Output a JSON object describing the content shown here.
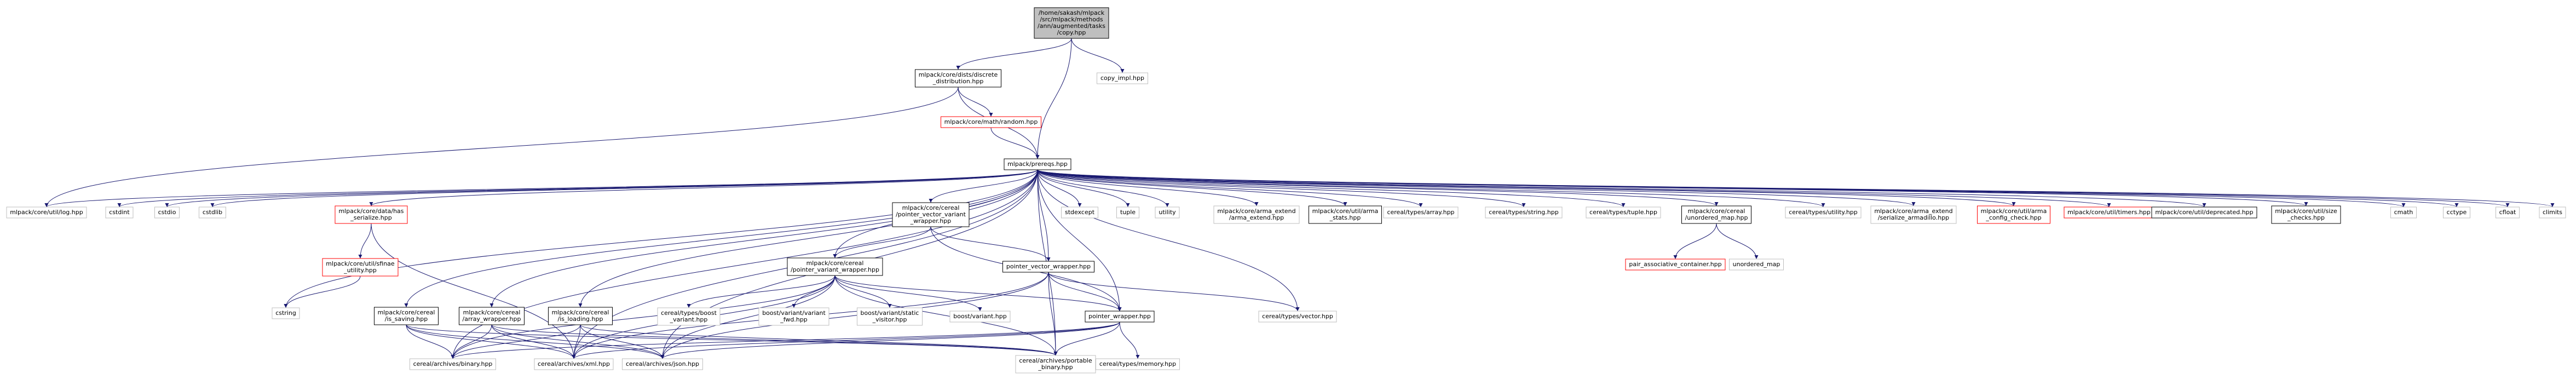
{
  "diagram": {
    "colors": {
      "edge": "#191970",
      "root_fill": "#bfbfbf",
      "missing_border": "#ff0000",
      "documented_border": "#000000",
      "external_border": "#bfbfbf"
    },
    "nodes": [
      {
        "id": "root",
        "lines": [
          "/home/sakash/mlpack",
          "/src/mlpack/methods",
          "/ann/augmented/tasks",
          "/copy.hpp"
        ],
        "kind": "root"
      },
      {
        "id": "discrete",
        "lines": [
          "mlpack/core/dists/discrete",
          "_distribution.hpp"
        ],
        "kind": "documented"
      },
      {
        "id": "copy_impl",
        "lines": [
          "copy_impl.hpp"
        ],
        "kind": "external"
      },
      {
        "id": "random",
        "lines": [
          "mlpack/core/math/random.hpp"
        ],
        "kind": "missing"
      },
      {
        "id": "prereqs",
        "lines": [
          "mlpack/prereqs.hpp"
        ],
        "kind": "documented"
      },
      {
        "id": "log",
        "lines": [
          "mlpack/core/util/log.hpp"
        ],
        "kind": "external"
      },
      {
        "id": "cstdint",
        "lines": [
          "cstdint"
        ],
        "kind": "external"
      },
      {
        "id": "cstdio",
        "lines": [
          "cstdio"
        ],
        "kind": "external"
      },
      {
        "id": "cstdlib",
        "lines": [
          "cstdlib"
        ],
        "kind": "external"
      },
      {
        "id": "has_serialize",
        "lines": [
          "mlpack/core/data/has",
          "_serialize.hpp"
        ],
        "kind": "missing"
      },
      {
        "id": "sfinae",
        "lines": [
          "mlpack/core/util/sfinae",
          "_utility.hpp"
        ],
        "kind": "missing"
      },
      {
        "id": "cstring",
        "lines": [
          "cstring"
        ],
        "kind": "external"
      },
      {
        "id": "pvv",
        "lines": [
          "mlpack/core/cereal",
          "/pointer_vector_variant",
          "_wrapper.hpp"
        ],
        "kind": "documented"
      },
      {
        "id": "pvarw",
        "lines": [
          "mlpack/core/cereal",
          "/pointer_variant_wrapper.hpp"
        ],
        "kind": "documented"
      },
      {
        "id": "pvecw",
        "lines": [
          "pointer_vector_wrapper.hpp"
        ],
        "kind": "documented"
      },
      {
        "id": "pw",
        "lines": [
          "pointer_wrapper.hpp"
        ],
        "kind": "documented"
      },
      {
        "id": "is_saving",
        "lines": [
          "mlpack/core/cereal",
          "/is_saving.hpp"
        ],
        "kind": "documented"
      },
      {
        "id": "array_wrapper",
        "lines": [
          "mlpack/core/cereal",
          "/array_wrapper.hpp"
        ],
        "kind": "documented"
      },
      {
        "id": "is_loading",
        "lines": [
          "mlpack/core/cereal",
          "/is_loading.hpp"
        ],
        "kind": "documented"
      },
      {
        "id": "boost_variant_cereal",
        "lines": [
          "cereal/types/boost",
          "_variant.hpp"
        ],
        "kind": "external"
      },
      {
        "id": "variant_fwd",
        "lines": [
          "boost/variant/variant",
          "_fwd.hpp"
        ],
        "kind": "external"
      },
      {
        "id": "static_visitor",
        "lines": [
          "boost/variant/static",
          "_visitor.hpp"
        ],
        "kind": "external"
      },
      {
        "id": "boost_variant",
        "lines": [
          "boost/variant.hpp"
        ],
        "kind": "external"
      },
      {
        "id": "binary",
        "lines": [
          "cereal/archives/binary.hpp"
        ],
        "kind": "external"
      },
      {
        "id": "xml",
        "lines": [
          "cereal/archives/xml.hpp"
        ],
        "kind": "external"
      },
      {
        "id": "json",
        "lines": [
          "cereal/archives/json.hpp"
        ],
        "kind": "external"
      },
      {
        "id": "portable_binary",
        "lines": [
          "cereal/archives/portable",
          "_binary.hpp"
        ],
        "kind": "external"
      },
      {
        "id": "memory",
        "lines": [
          "cereal/types/memory.hpp"
        ],
        "kind": "external"
      },
      {
        "id": "vector",
        "lines": [
          "cereal/types/vector.hpp"
        ],
        "kind": "external"
      },
      {
        "id": "stdexcept",
        "lines": [
          "stdexcept"
        ],
        "kind": "external"
      },
      {
        "id": "tuple",
        "lines": [
          "tuple"
        ],
        "kind": "external"
      },
      {
        "id": "utility",
        "lines": [
          "utility"
        ],
        "kind": "external"
      },
      {
        "id": "arma_extend",
        "lines": [
          "mlpack/core/arma_extend",
          "/arma_extend.hpp"
        ],
        "kind": "external"
      },
      {
        "id": "arma_stats",
        "lines": [
          "mlpack/core/util/arma",
          "_stats.hpp"
        ],
        "kind": "documented"
      },
      {
        "id": "array",
        "lines": [
          "cereal/types/array.hpp"
        ],
        "kind": "external"
      },
      {
        "id": "string",
        "lines": [
          "cereal/types/string.hpp"
        ],
        "kind": "external"
      },
      {
        "id": "tuple_c",
        "lines": [
          "cereal/types/tuple.hpp"
        ],
        "kind": "external"
      },
      {
        "id": "unordered_map_c",
        "lines": [
          "mlpack/core/cereal",
          "/unordered_map.hpp"
        ],
        "kind": "documented"
      },
      {
        "id": "pair",
        "lines": [
          "pair_associative_container.hpp"
        ],
        "kind": "missing"
      },
      {
        "id": "unordered_map",
        "lines": [
          "unordered_map"
        ],
        "kind": "external"
      },
      {
        "id": "utility_c",
        "lines": [
          "cereal/types/utility.hpp"
        ],
        "kind": "external"
      },
      {
        "id": "ser_armadillo",
        "lines": [
          "mlpack/core/arma_extend",
          "/serialize_armadillo.hpp"
        ],
        "kind": "external"
      },
      {
        "id": "config_check",
        "lines": [
          "mlpack/core/util/arma",
          "_config_check.hpp"
        ],
        "kind": "missing"
      },
      {
        "id": "timers",
        "lines": [
          "mlpack/core/util/timers.hpp"
        ],
        "kind": "missing"
      },
      {
        "id": "deprecated",
        "lines": [
          "mlpack/core/util/deprecated.hpp"
        ],
        "kind": "documented"
      },
      {
        "id": "size_checks",
        "lines": [
          "mlpack/core/util/size",
          "_checks.hpp"
        ],
        "kind": "documented"
      },
      {
        "id": "cmath",
        "lines": [
          "cmath"
        ],
        "kind": "external"
      },
      {
        "id": "cctype",
        "lines": [
          "cctype"
        ],
        "kind": "external"
      },
      {
        "id": "cfloat",
        "lines": [
          "cfloat"
        ],
        "kind": "external"
      },
      {
        "id": "climits",
        "lines": [
          "climits"
        ],
        "kind": "external"
      }
    ],
    "edges": [
      [
        "root",
        "discrete"
      ],
      [
        "root",
        "copy_impl"
      ],
      [
        "root",
        "prereqs"
      ],
      [
        "discrete",
        "random"
      ],
      [
        "discrete",
        "prereqs"
      ],
      [
        "discrete",
        "log"
      ],
      [
        "random",
        "prereqs"
      ],
      [
        "prereqs",
        "log"
      ],
      [
        "prereqs",
        "cstdint"
      ],
      [
        "prereqs",
        "cstdio"
      ],
      [
        "prereqs",
        "cstdlib"
      ],
      [
        "prereqs",
        "has_serialize"
      ],
      [
        "prereqs",
        "cstring"
      ],
      [
        "prereqs",
        "pvv"
      ],
      [
        "prereqs",
        "pvarw"
      ],
      [
        "prereqs",
        "pvecw"
      ],
      [
        "prereqs",
        "pw"
      ],
      [
        "prereqs",
        "is_saving"
      ],
      [
        "prereqs",
        "array_wrapper"
      ],
      [
        "prereqs",
        "is_loading"
      ],
      [
        "prereqs",
        "binary"
      ],
      [
        "prereqs",
        "xml"
      ],
      [
        "prereqs",
        "json"
      ],
      [
        "prereqs",
        "portable_binary"
      ],
      [
        "prereqs",
        "vector"
      ],
      [
        "prereqs",
        "stdexcept"
      ],
      [
        "prereqs",
        "tuple"
      ],
      [
        "prereqs",
        "utility"
      ],
      [
        "prereqs",
        "arma_extend"
      ],
      [
        "prereqs",
        "arma_stats"
      ],
      [
        "prereqs",
        "array"
      ],
      [
        "prereqs",
        "string"
      ],
      [
        "prereqs",
        "tuple_c"
      ],
      [
        "prereqs",
        "unordered_map_c"
      ],
      [
        "prereqs",
        "utility_c"
      ],
      [
        "prereqs",
        "ser_armadillo"
      ],
      [
        "prereqs",
        "config_check"
      ],
      [
        "prereqs",
        "timers"
      ],
      [
        "prereqs",
        "deprecated"
      ],
      [
        "prereqs",
        "size_checks"
      ],
      [
        "prereqs",
        "cmath"
      ],
      [
        "prereqs",
        "cctype"
      ],
      [
        "prereqs",
        "cfloat"
      ],
      [
        "prereqs",
        "climits"
      ],
      [
        "has_serialize",
        "sfinae"
      ],
      [
        "has_serialize",
        "xml"
      ],
      [
        "sfinae",
        "cstring"
      ],
      [
        "pvv",
        "pvarw"
      ],
      [
        "pvv",
        "pvecw"
      ],
      [
        "pvv",
        "pw"
      ],
      [
        "pvarw",
        "boost_variant_cereal"
      ],
      [
        "pvarw",
        "variant_fwd"
      ],
      [
        "pvarw",
        "static_visitor"
      ],
      [
        "pvarw",
        "boost_variant"
      ],
      [
        "pvarw",
        "pw"
      ],
      [
        "pvarw",
        "binary"
      ],
      [
        "pvarw",
        "xml"
      ],
      [
        "pvarw",
        "json"
      ],
      [
        "pvarw",
        "portable_binary"
      ],
      [
        "pvecw",
        "pw"
      ],
      [
        "pvecw",
        "vector"
      ],
      [
        "pvecw",
        "xml"
      ],
      [
        "pvecw",
        "json"
      ],
      [
        "pvecw",
        "portable_binary"
      ],
      [
        "pw",
        "memory"
      ],
      [
        "pw",
        "binary"
      ],
      [
        "pw",
        "xml"
      ],
      [
        "pw",
        "json"
      ],
      [
        "pw",
        "portable_binary"
      ],
      [
        "is_saving",
        "binary"
      ],
      [
        "is_saving",
        "xml"
      ],
      [
        "is_saving",
        "json"
      ],
      [
        "is_saving",
        "portable_binary"
      ],
      [
        "array_wrapper",
        "binary"
      ],
      [
        "array_wrapper",
        "xml"
      ],
      [
        "array_wrapper",
        "json"
      ],
      [
        "array_wrapper",
        "portable_binary"
      ],
      [
        "is_loading",
        "binary"
      ],
      [
        "is_loading",
        "xml"
      ],
      [
        "is_loading",
        "json"
      ],
      [
        "is_loading",
        "portable_binary"
      ],
      [
        "unordered_map_c",
        "pair"
      ],
      [
        "unordered_map_c",
        "unordered_map"
      ]
    ]
  }
}
